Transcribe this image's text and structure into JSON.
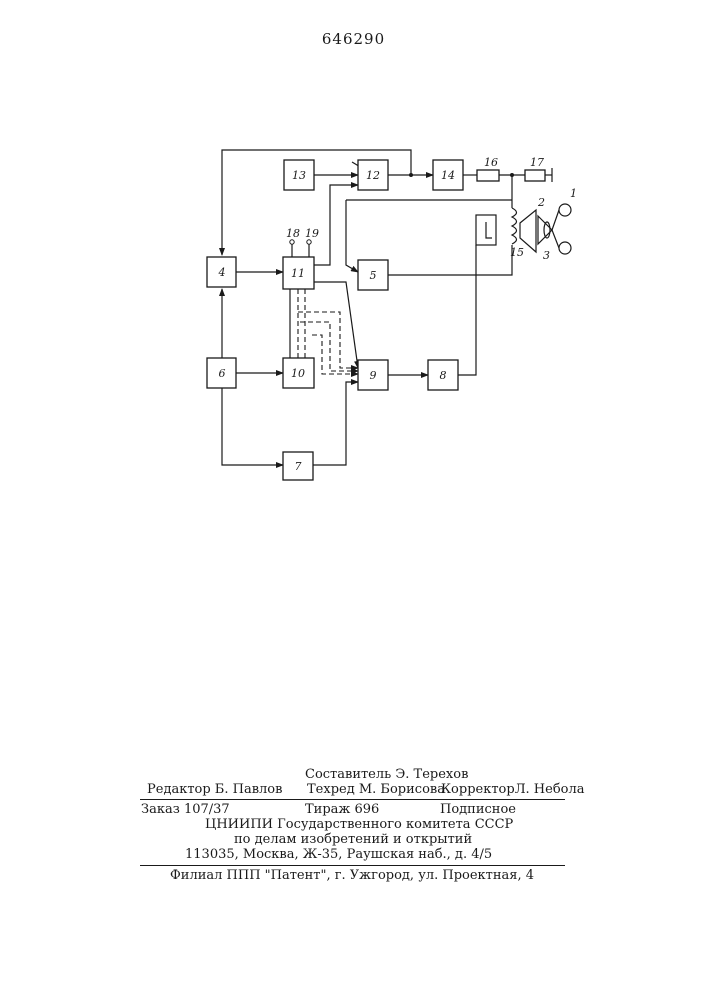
{
  "page_number": "646290",
  "diagram": {
    "blocks": [
      {
        "id": "b1",
        "label": "1"
      },
      {
        "id": "b2",
        "label": "2"
      },
      {
        "id": "b3",
        "label": "3"
      },
      {
        "id": "b4",
        "label": "4"
      },
      {
        "id": "b5",
        "label": "5"
      },
      {
        "id": "b6",
        "label": "6"
      },
      {
        "id": "b7",
        "label": "7"
      },
      {
        "id": "b8",
        "label": "8"
      },
      {
        "id": "b9",
        "label": "9"
      },
      {
        "id": "b10",
        "label": "10"
      },
      {
        "id": "b11",
        "label": "11"
      },
      {
        "id": "b12",
        "label": "12"
      },
      {
        "id": "b13",
        "label": "13"
      },
      {
        "id": "b14",
        "label": "14"
      },
      {
        "id": "b15",
        "label": "15"
      },
      {
        "id": "b16",
        "label": "16"
      },
      {
        "id": "b17",
        "label": "17"
      },
      {
        "id": "b18",
        "label": "18"
      },
      {
        "id": "b19",
        "label": "19"
      }
    ]
  },
  "imprint": {
    "compiler": "Составитель Э. Терехов",
    "editor": "Редактор Б. Павлов",
    "techred": "Техред М. Борисова",
    "corrector": "КорректорЛ. Небола",
    "order": "Заказ 107/37",
    "circulation": "Тираж 696",
    "subscription": "Подписное",
    "org_line1": "ЦНИИПИ Государственного комитета СССР",
    "org_line2": "по делам изобретений и открытий",
    "address": "113035, Москва, Ж-35, Раушская наб., д. 4/5",
    "branch": "Филиал ППП \"Патент\", г. Ужгород, ул. Проектная, 4"
  }
}
